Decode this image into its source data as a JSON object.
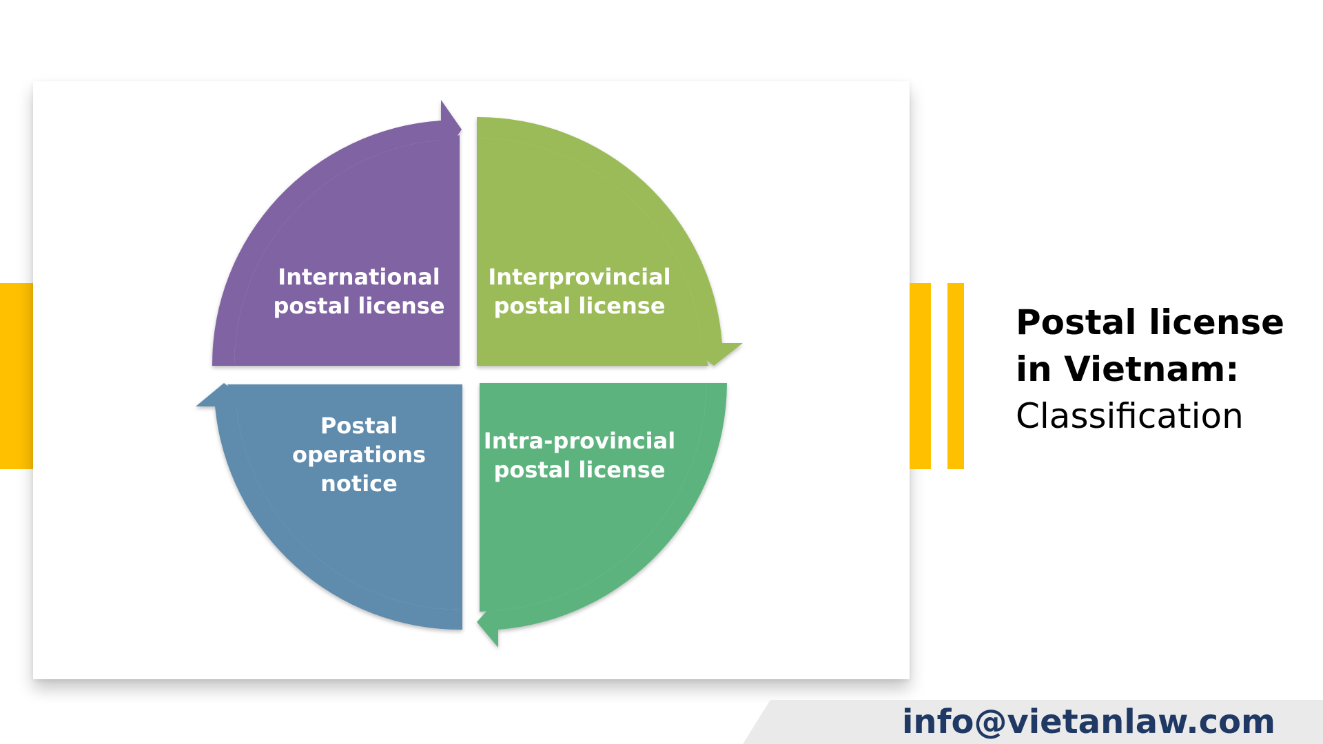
{
  "diagram": {
    "quadrants": [
      {
        "id": "top-left",
        "label": "International\npostal license",
        "color": "#8064A2"
      },
      {
        "id": "top-right",
        "label": "Interprovincial\npostal license",
        "color": "#9BBB59"
      },
      {
        "id": "bottom-left",
        "label": "Postal\noperations\nnotice",
        "color": "#5F8BAD"
      },
      {
        "id": "bottom-right",
        "label": "Intra-provincial\npostal license",
        "color": "#5DB37E"
      }
    ]
  },
  "heading": {
    "bold_text": "Postal license\nin Vietnam:",
    "light_text": "Classification"
  },
  "footer": {
    "email": "info@vietanlaw.com"
  },
  "colors": {
    "accent": "#FFC000",
    "email_text": "#1F3864",
    "footer_band": "#EAEAEA"
  }
}
